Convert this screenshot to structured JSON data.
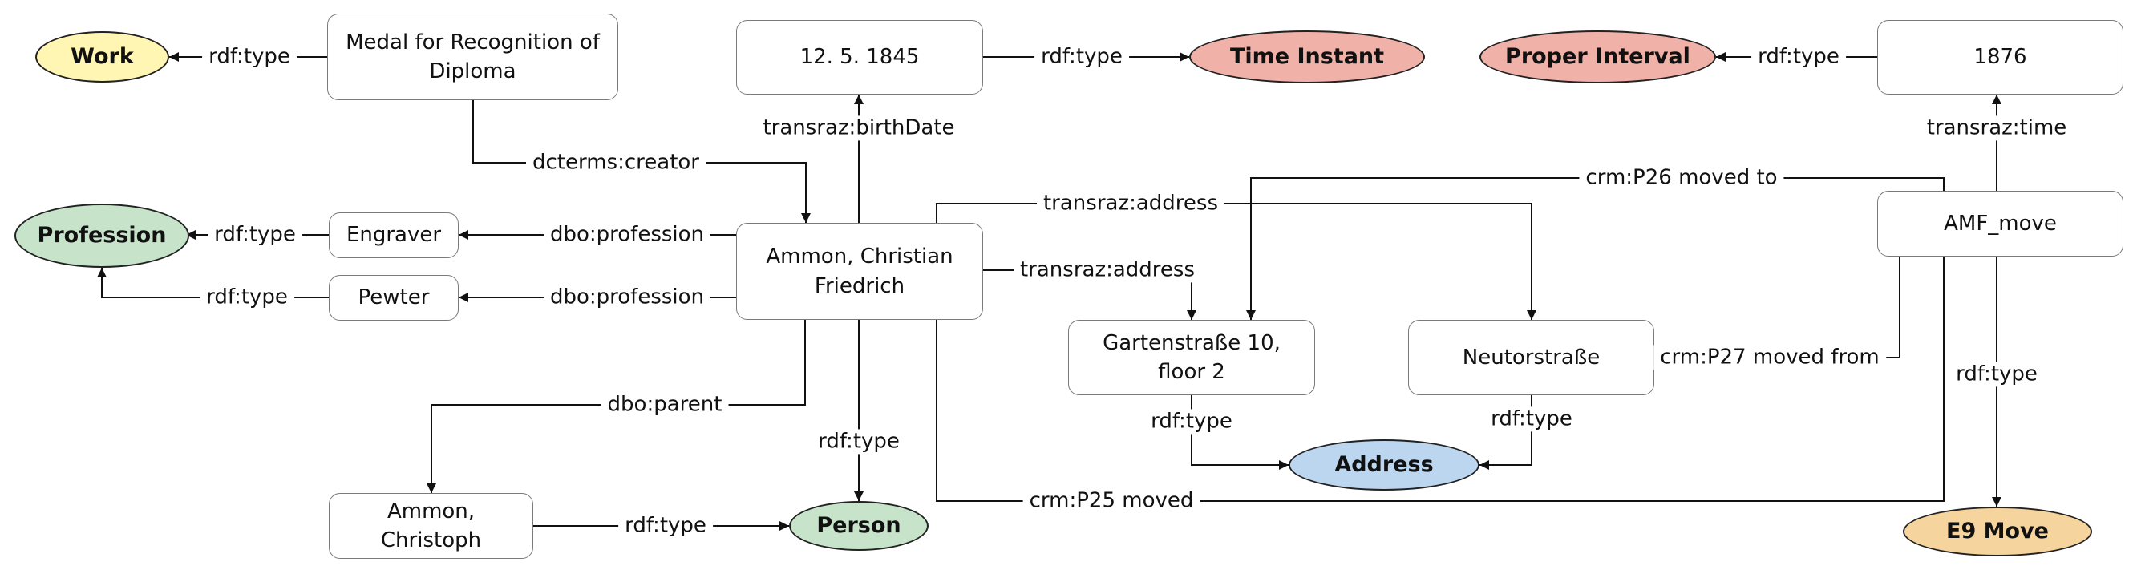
{
  "colors": {
    "work": "#fff6b3",
    "profession": "#c7e3c9",
    "person": "#c7e3c9",
    "time_instant": "#f0b1a8",
    "proper_interval": "#f0b1a8",
    "address": "#bcd6ef",
    "e9_move": "#f5d49e",
    "edge": "#111111"
  },
  "nodes": {
    "work": "Work",
    "medal": "Medal for Recognition of Diploma",
    "profession": "Profession",
    "engraver": "Engraver",
    "pewter": "Pewter",
    "date_1845": "12. 5. 1845",
    "time_instant": "Time Instant",
    "ammon_cf": "Ammon, Christian Friedrich",
    "ammon_c": "Ammon, Christoph",
    "person": "Person",
    "gartenstrasse": "Gartenstraße 10, floor 2",
    "neutorstrasse": "Neutorstraße",
    "address": "Address",
    "proper_interval": "Proper Interval",
    "year_1876": "1876",
    "amf_move": "AMF_move",
    "e9_move": "E9 Move"
  },
  "edges": {
    "medal_type": "rdf:type",
    "creator": "dcterms:creator",
    "engraver_type": "rdf:type",
    "pewter_type": "rdf:type",
    "profession_1": "dbo:profession",
    "profession_2": "dbo:profession",
    "birth_type": "rdf:type",
    "birth_date": "transraz:birthDate",
    "address_1": "transraz:address",
    "address_2": "transraz:address",
    "parent": "dbo:parent",
    "person_type": "rdf:type",
    "christoph_type": "rdf:type",
    "garten_type": "rdf:type",
    "neutor_type": "rdf:type",
    "p25": "crm:P25 moved",
    "p26": "crm:P26 moved to",
    "p27": "crm:P27 moved from",
    "interval_type": "rdf:type",
    "time": "transraz:time",
    "move_type": "rdf:type"
  }
}
